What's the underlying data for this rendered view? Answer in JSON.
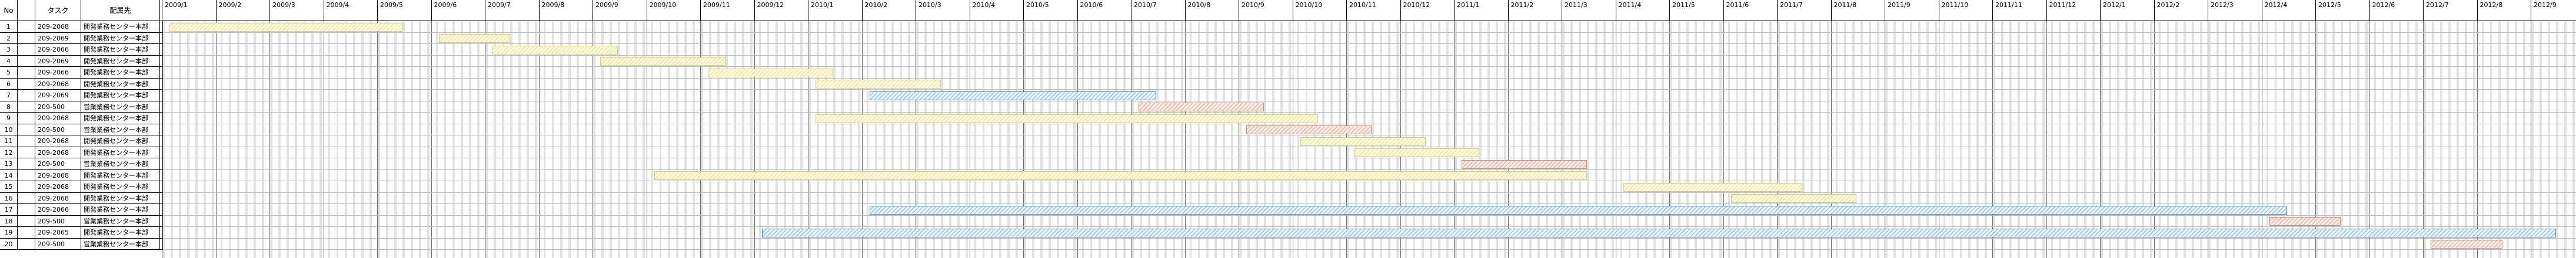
{
  "headers": {
    "no": "No",
    "task": "タスク",
    "dept": "配属先"
  },
  "months": [
    "2009/1",
    "2009/2",
    "2009/3",
    "2009/4",
    "2009/5",
    "2009/6",
    "2009/7",
    "2009/8",
    "2009/9",
    "2009/10",
    "2009/11",
    "2009/12",
    "2010/1",
    "2010/2",
    "2010/3",
    "2010/4",
    "2010/5",
    "2010/6",
    "2010/7",
    "2010/8",
    "2010/9",
    "2010/10",
    "2010/11",
    "2010/12",
    "2011/1",
    "2011/2",
    "2011/3",
    "2011/4",
    "2011/5",
    "2011/6",
    "2011/7",
    "2011/8",
    "2011/9",
    "2011/10",
    "2011/11",
    "2011/12",
    "2012/1",
    "2012/2",
    "2012/3",
    "2012/4",
    "2012/5",
    "2012/6",
    "2012/7",
    "2012/8",
    "2012/9"
  ],
  "rows": [
    {
      "no": "1",
      "task": "209-2068",
      "dept": "開発業務センター本部"
    },
    {
      "no": "2",
      "task": "209-2069",
      "dept": "開発業務センター本部"
    },
    {
      "no": "3",
      "task": "209-2066",
      "dept": "開発業務センター本部"
    },
    {
      "no": "4",
      "task": "209-2069",
      "dept": "開発業務センター本部"
    },
    {
      "no": "5",
      "task": "209-2066",
      "dept": "開発業務センター本部"
    },
    {
      "no": "6",
      "task": "209-2068",
      "dept": "開発業務センター本部"
    },
    {
      "no": "7",
      "task": "209-2069",
      "dept": "開発業務センター本部"
    },
    {
      "no": "8",
      "task": "209-500",
      "dept": "営業業務センター本部"
    },
    {
      "no": "9",
      "task": "209-2068",
      "dept": "開発業務センター本部"
    },
    {
      "no": "10",
      "task": "209-500",
      "dept": "営業業務センター本部"
    },
    {
      "no": "11",
      "task": "209-2068",
      "dept": "開発業務センター本部"
    },
    {
      "no": "12",
      "task": "209-2068",
      "dept": "開発業務センター本部"
    },
    {
      "no": "13",
      "task": "209-500",
      "dept": "営業業務センター本部"
    },
    {
      "no": "14",
      "task": "209-2068",
      "dept": "開発業務センター本部"
    },
    {
      "no": "15",
      "task": "209-2068",
      "dept": "開発業務センター本部"
    },
    {
      "no": "16",
      "task": "209-2068",
      "dept": "開発業務センター本部"
    },
    {
      "no": "17",
      "task": "209-2066",
      "dept": "開発業務センター本部"
    },
    {
      "no": "18",
      "task": "209-500",
      "dept": "営業業務センター本部"
    },
    {
      "no": "19",
      "task": "209-2065",
      "dept": "開発業務センター本部"
    },
    {
      "no": "20",
      "task": "209-500",
      "dept": "営業業務センター本部"
    }
  ],
  "bars": [
    {
      "row": 1,
      "color": "yellow",
      "start": "2009/1",
      "end": "2009/5"
    },
    {
      "row": 2,
      "color": "yellow",
      "start": "2009/6",
      "end": "2009/7"
    },
    {
      "row": 3,
      "color": "yellow",
      "start": "2009/7",
      "end": "2009/9"
    },
    {
      "row": 4,
      "color": "yellow",
      "start": "2009/9",
      "end": "2009/11"
    },
    {
      "row": 5,
      "color": "yellow",
      "start": "2009/11",
      "end": "2010/1"
    },
    {
      "row": 6,
      "color": "yellow",
      "start": "2010/1",
      "end": "2010/3"
    },
    {
      "row": 7,
      "color": "blue",
      "start": "2010/2",
      "end": "2010/7"
    },
    {
      "row": 8,
      "color": "pink",
      "start": "2010/7",
      "end": "2010/9"
    },
    {
      "row": 9,
      "color": "yellow",
      "start": "2010/1",
      "end": "2010/10"
    },
    {
      "row": 10,
      "color": "pink",
      "start": "2010/9",
      "end": "2010/11"
    },
    {
      "row": 11,
      "color": "yellow",
      "start": "2010/10",
      "end": "2010/12"
    },
    {
      "row": 12,
      "color": "yellow",
      "start": "2010/11",
      "end": "2011/1"
    },
    {
      "row": 13,
      "color": "pink",
      "start": "2011/1",
      "end": "2011/3"
    },
    {
      "row": 14,
      "color": "yellow",
      "start": "2009/10",
      "end": "2011/3"
    },
    {
      "row": 15,
      "color": "yellow",
      "start": "2011/4",
      "end": "2011/7"
    },
    {
      "row": 16,
      "color": "yellow",
      "start": "2011/6",
      "end": "2011/8"
    },
    {
      "row": 17,
      "color": "blue",
      "start": "2010/2",
      "end": "2012/4"
    },
    {
      "row": 18,
      "color": "pink",
      "start": "2012/4",
      "end": "2012/5"
    },
    {
      "row": 19,
      "color": "blue",
      "start": "2009/12",
      "end": "2012/9"
    },
    {
      "row": 20,
      "color": "pink",
      "start": "2012/7",
      "end": "2012/8"
    }
  ]
}
